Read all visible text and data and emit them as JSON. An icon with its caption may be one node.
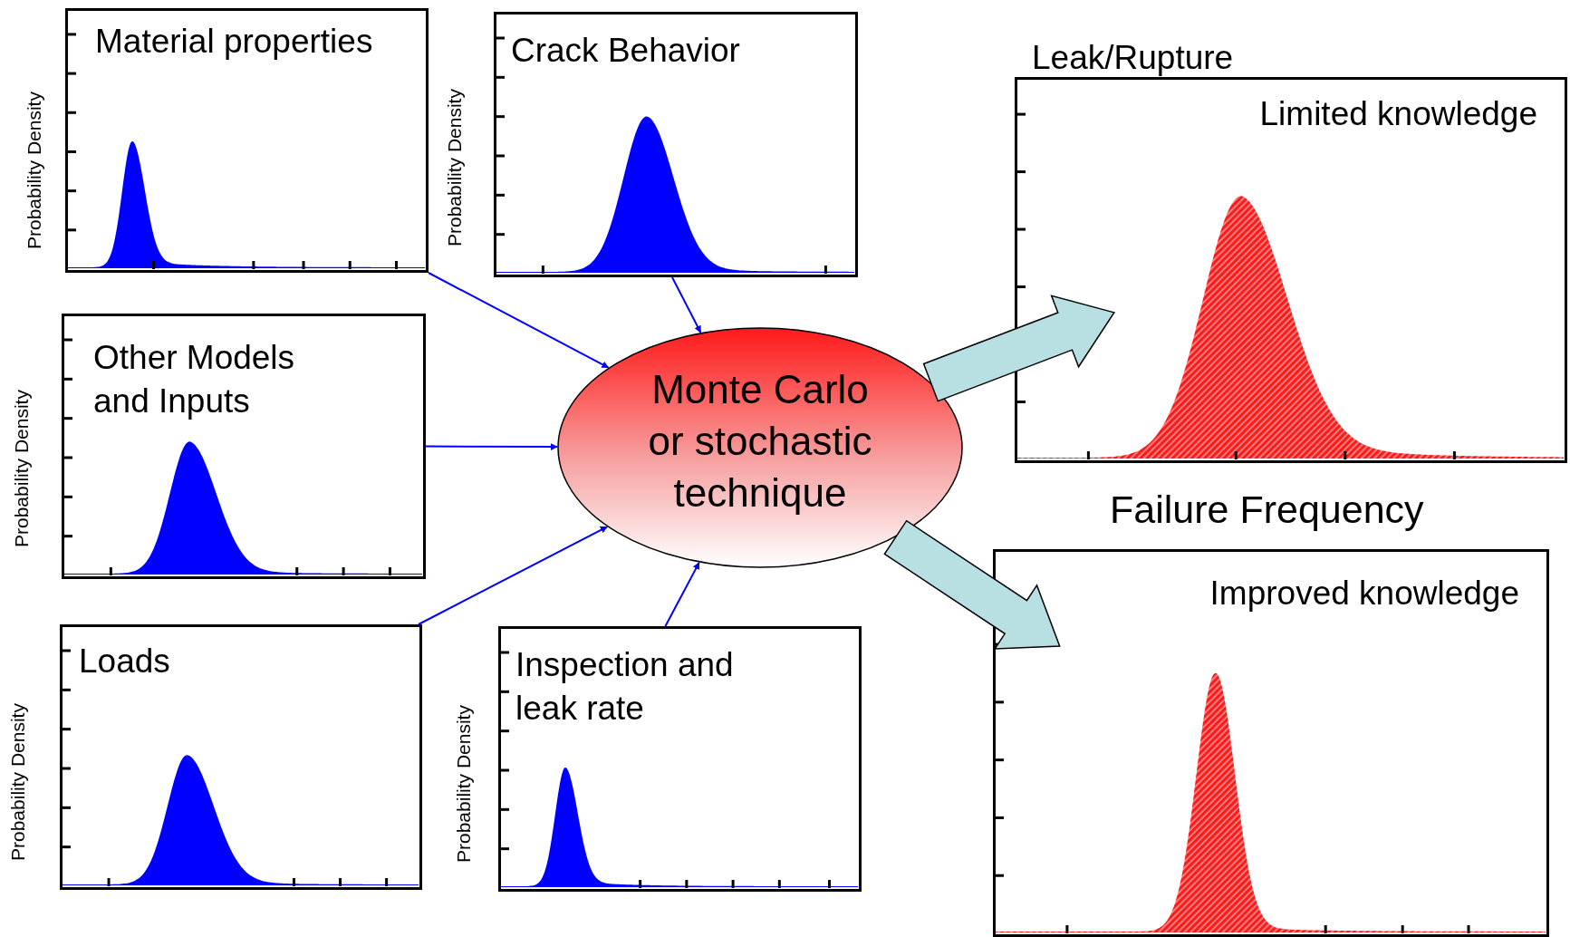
{
  "diagram": {
    "nodes": [
      {
        "text": [
          "Material properties"
        ],
        "beside": [
          "Probability Density"
        ]
      },
      {
        "text": [
          "Crack Behavior"
        ],
        "beside": [
          "Probability Density"
        ]
      },
      {
        "text": [
          "Other Models and Inputs"
        ],
        "beside": [
          "Probability Density"
        ]
      },
      {
        "text": [
          "Loads"
        ],
        "beside": [
          "Probability Density"
        ]
      },
      {
        "text": [
          "Inspection and leak rate"
        ],
        "beside": [
          "Probability Density"
        ]
      },
      {
        "text": [
          "Monte Carlo or stochastic technique"
        ]
      },
      {
        "text": [
          "Leak/Rupture",
          "Limited knowledge"
        ]
      },
      {
        "text": [
          "Failure Frequency",
          "Improved knowledge"
        ]
      }
    ],
    "edges": [
      {
        "from": 0,
        "to": 5,
        "arrow": "to"
      },
      {
        "from": 1,
        "to": 5,
        "arrow": "to"
      },
      {
        "from": 2,
        "to": 5,
        "arrow": "to"
      },
      {
        "from": 3,
        "to": 5,
        "arrow": "to"
      },
      {
        "from": 4,
        "to": 5,
        "arrow": "to"
      },
      {
        "from": 5,
        "to": 6,
        "arrow": "to",
        "style": "thick",
        "color": "#b8dfe2"
      },
      {
        "from": 5,
        "to": 7,
        "arrow": "to",
        "style": "thick",
        "color": "#b8dfe2"
      }
    ]
  }
}
